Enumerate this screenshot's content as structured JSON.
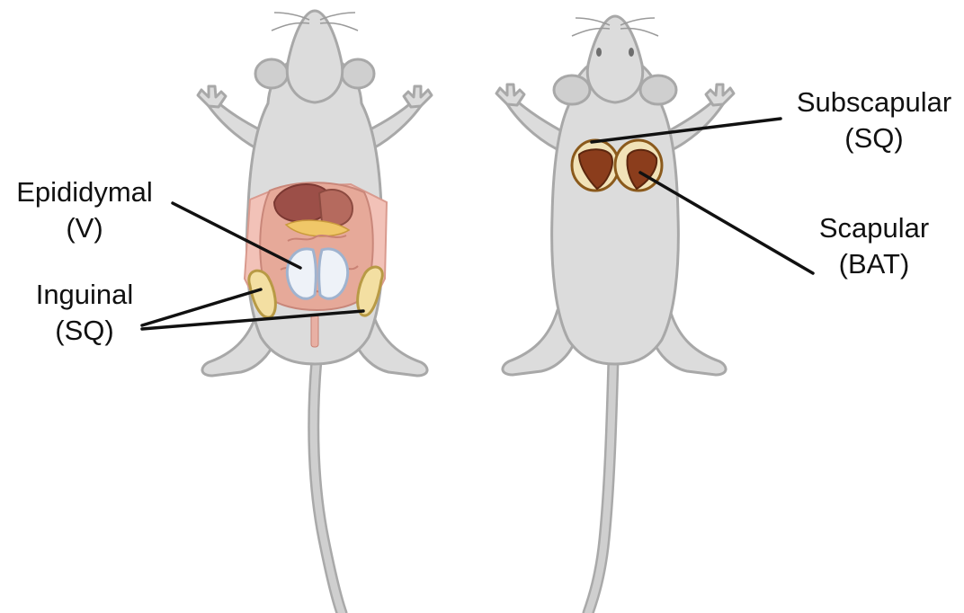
{
  "labels": {
    "epididymal_line1": "Epididymal",
    "epididymal_line2": "(V)",
    "inguinal_line1": "Inguinal",
    "inguinal_line2": "(SQ)",
    "subscapular_line1": "Subscapular",
    "subscapular_line2": "(SQ)",
    "scapular_line1": "Scapular",
    "scapular_line2": "(BAT)"
  },
  "colors": {
    "fur": "#dcdcdc",
    "outline": "#a8a8a8",
    "skin_flap": "#f2c2b8",
    "organs": "#b56a5e",
    "white_fat": "#eef2f8",
    "inguinal_fat": "#f3dfa2",
    "brown_fat": "#8b3d1c",
    "fat_capsule": "#f1e2b8"
  }
}
